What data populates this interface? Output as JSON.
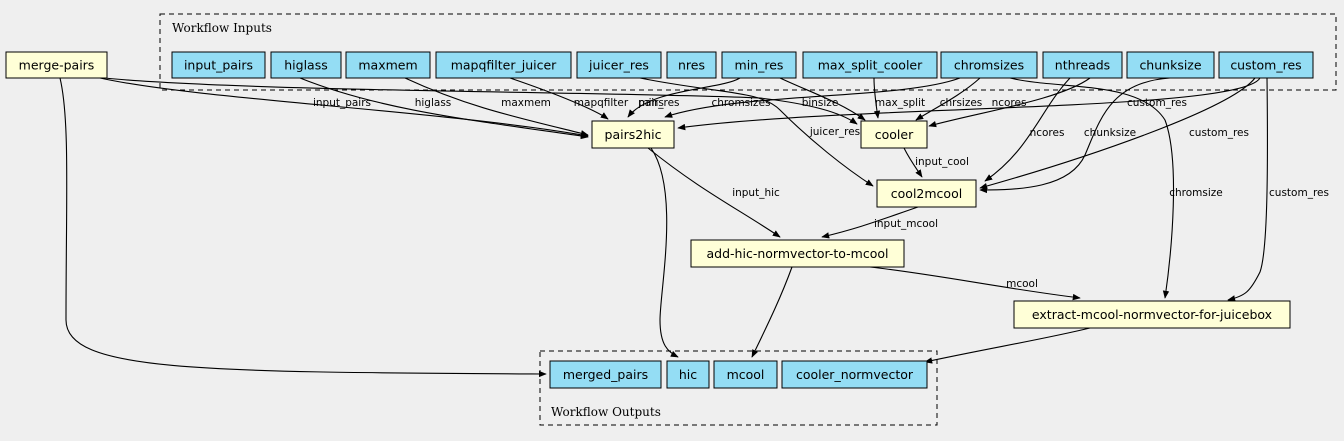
{
  "colors": {
    "background": "#efefef",
    "io_fill": "#94ddf4",
    "step_fill": "#ffffd7",
    "stroke": "#000000"
  },
  "clusters": {
    "inputs": "Workflow Inputs",
    "outputs": "Workflow Outputs"
  },
  "inputs": [
    "input_pairs",
    "higlass",
    "maxmem",
    "mapqfilter_juicer",
    "juicer_res",
    "nres",
    "min_res",
    "max_split_cooler",
    "chromsizes",
    "nthreads",
    "chunksize",
    "custom_res"
  ],
  "steps": [
    "merge-pairs",
    "pairs2hic",
    "cooler",
    "cool2mcool",
    "add-hic-normvector-to-mcool",
    "extract-mcool-normvector-for-juicebox"
  ],
  "outputs": [
    "merged_pairs",
    "hic",
    "mcool",
    "cooler_normvector"
  ],
  "edges": [
    {
      "from": "merge-pairs",
      "to": "pairs2hic",
      "label": "input_pairs"
    },
    {
      "from": "merge-pairs",
      "to": "cooler",
      "label": "pairs"
    },
    {
      "from": "merge-pairs",
      "to": "merged_pairs",
      "label": ""
    },
    {
      "from": "higlass",
      "to": "pairs2hic",
      "label": "higlass"
    },
    {
      "from": "maxmem",
      "to": "pairs2hic",
      "label": "maxmem"
    },
    {
      "from": "mapqfilter_juicer",
      "to": "pairs2hic",
      "label": "mapqfilter"
    },
    {
      "from": "min_res",
      "to": "pairs2hic",
      "label": "min_res"
    },
    {
      "from": "chromsizes",
      "to": "pairs2hic",
      "label": "chromsizes"
    },
    {
      "from": "custom_res",
      "to": "pairs2hic",
      "label": "custom_res"
    },
    {
      "from": "juicer_res",
      "to": "cool2mcool",
      "label": "juicer_res"
    },
    {
      "from": "min_res",
      "to": "cooler",
      "label": "binsize"
    },
    {
      "from": "max_split_cooler",
      "to": "cooler",
      "label": "max_split"
    },
    {
      "from": "chromsizes",
      "to": "cooler",
      "label": "chrsizes"
    },
    {
      "from": "nthreads",
      "to": "cooler",
      "label": "ncores"
    },
    {
      "from": "cooler",
      "to": "cool2mcool",
      "label": "input_cool"
    },
    {
      "from": "nthreads",
      "to": "cool2mcool",
      "label": "ncores"
    },
    {
      "from": "chunksize",
      "to": "cool2mcool",
      "label": "chunksize"
    },
    {
      "from": "custom_res",
      "to": "cool2mcool",
      "label": "custom_res"
    },
    {
      "from": "pairs2hic",
      "to": "add-hic-normvector-to-mcool",
      "label": "input_hic"
    },
    {
      "from": "pairs2hic",
      "to": "hic",
      "label": ""
    },
    {
      "from": "cool2mcool",
      "to": "add-hic-normvector-to-mcool",
      "label": "input_mcool"
    },
    {
      "from": "add-hic-normvector-to-mcool",
      "to": "extract-mcool-normvector-for-juicebox",
      "label": "mcool"
    },
    {
      "from": "add-hic-normvector-to-mcool",
      "to": "mcool",
      "label": ""
    },
    {
      "from": "chromsizes",
      "to": "extract-mcool-normvector-for-juicebox",
      "label": "chromsize"
    },
    {
      "from": "custom_res",
      "to": "extract-mcool-normvector-for-juicebox",
      "label": "custom_res"
    },
    {
      "from": "extract-mcool-normvector-for-juicebox",
      "to": "cooler_normvector",
      "label": ""
    }
  ]
}
